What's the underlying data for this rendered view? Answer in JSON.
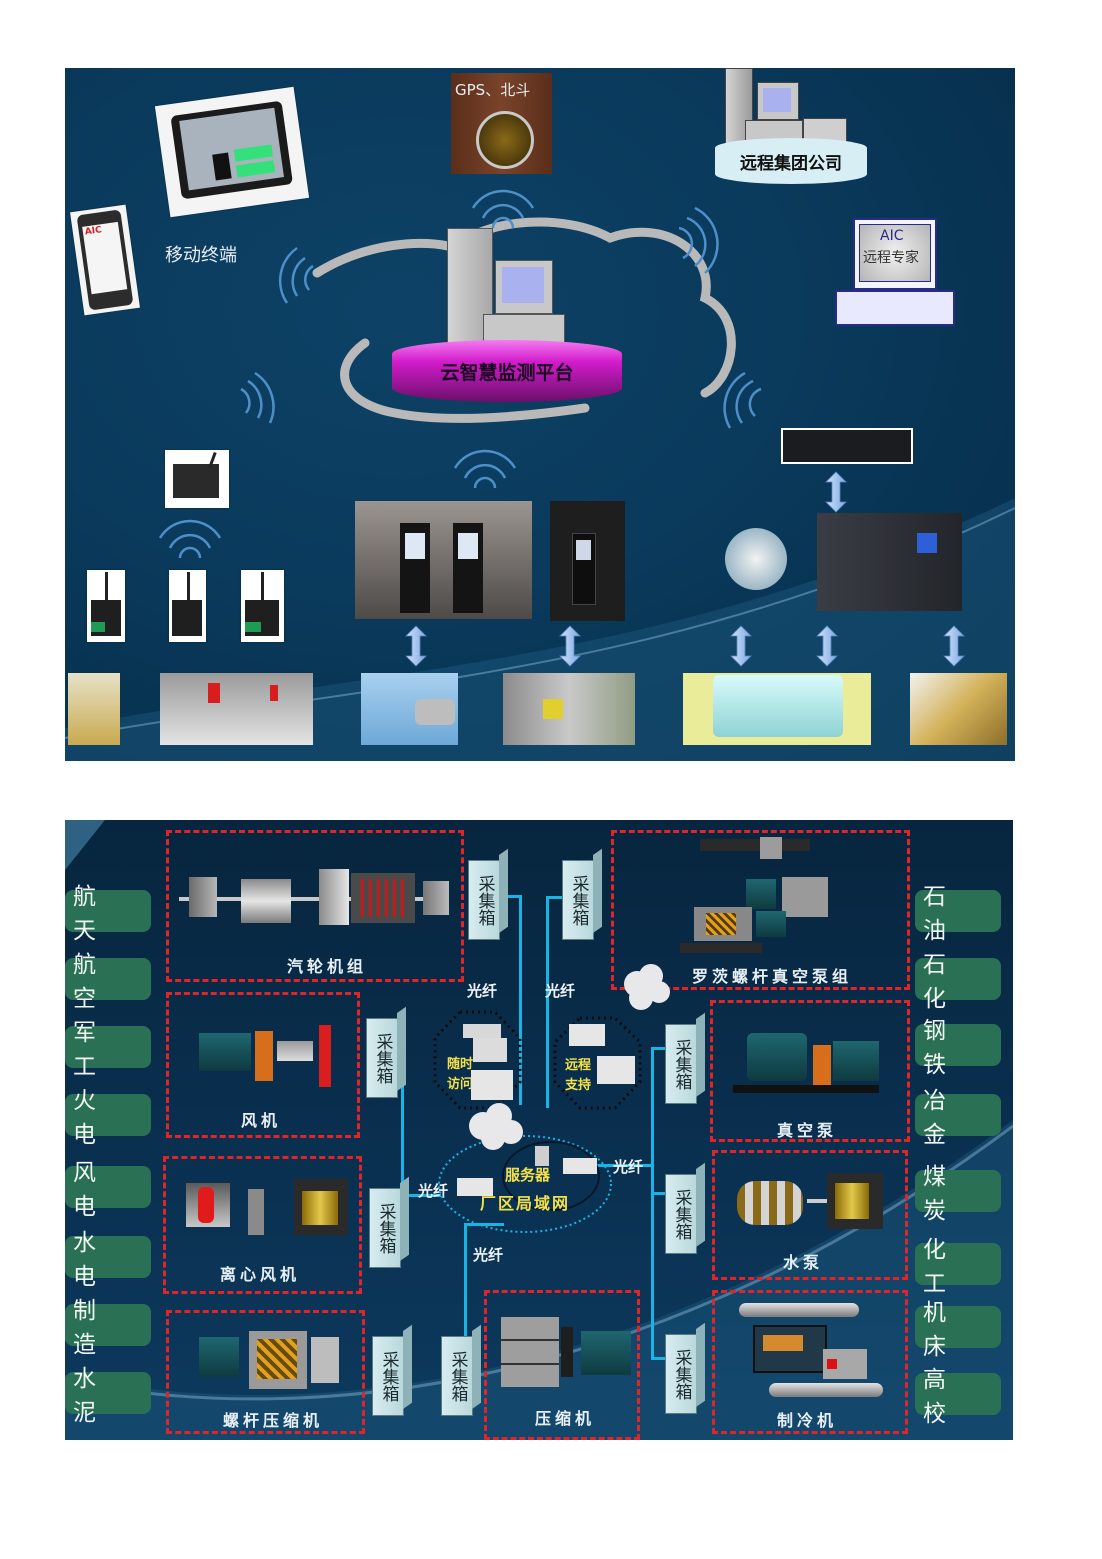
{
  "top_diagram": {
    "gps_label": "GPS、北斗",
    "mobile_label": "移动终端",
    "phone_brand": "AIC",
    "group_company_label": "远程集团公司",
    "expert_brand": "AIC",
    "expert_label": "远程专家",
    "platform_label": "云智慧监测平台",
    "colors": {
      "platform": "#d21ccc",
      "group_base": "#d6eef4",
      "background": "#0a3a5c",
      "arrow": "#9cc3ee"
    }
  },
  "bottom_diagram": {
    "industries_left": [
      "航 天",
      "航 空",
      "军 工",
      "火 电",
      "风 电",
      "水 电",
      "制 造",
      "水 泥"
    ],
    "industries_right": [
      "石 油",
      "石 化",
      "钢 铁",
      "冶 金",
      "煤 炭",
      "化 工",
      "机 床",
      "高 校"
    ],
    "machines": {
      "turbine": "汽轮机组",
      "fan": "风机",
      "centrifugal_fan": "离心风机",
      "screw_compressor": "螺杆压缩机",
      "compressor": "压缩机",
      "roots_vacuum": "罗茨螺杆真空泵组",
      "vacuum_pump": "真空泵",
      "water_pump": "水泵",
      "refrigerator": "制冷机"
    },
    "collector_label": "采集箱",
    "fiber_label": "光纤",
    "access_anytime": [
      "随时",
      "访问"
    ],
    "remote_support": [
      "远程",
      "支持"
    ],
    "server_label": "服务器",
    "lan_label": "厂区局域网",
    "colors": {
      "industry_button": "#2a7055",
      "dash_border": "#e0242a",
      "fiber_line": "#19b4e6",
      "highlight_text": "#f4e14a"
    }
  }
}
